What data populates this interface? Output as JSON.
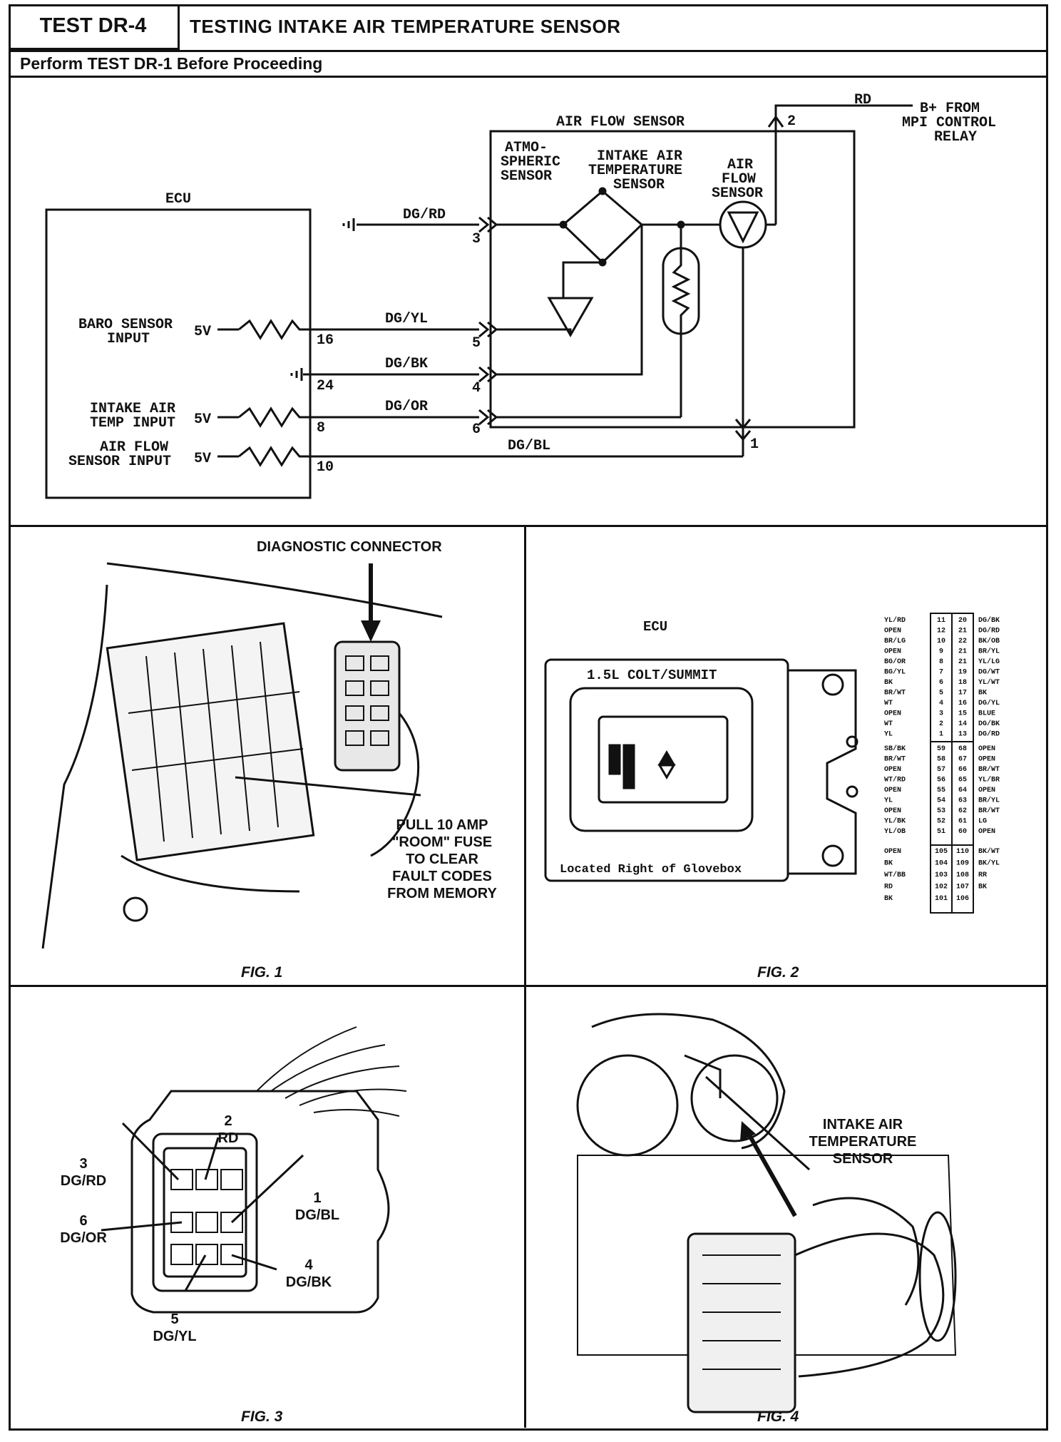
{
  "header": {
    "test_id": "TEST DR-4",
    "title": "TESTING INTAKE AIR TEMPERATURE SENSOR",
    "subtitle": "Perform TEST DR-1 Before Proceeding"
  },
  "schematic": {
    "ecu_label": "ECU",
    "air_flow_sensor_label": "AIR FLOW SENSOR",
    "atmo_label": [
      "ATMO-",
      "SPHERIC",
      "SENSOR"
    ],
    "iat_label": [
      "INTAKE AIR",
      "TEMPERATURE",
      "SENSOR"
    ],
    "afs_label": [
      "AIR",
      "FLOW",
      "SENSOR"
    ],
    "b_plus_label": [
      "B+ FROM",
      "MPI CONTROL",
      "RELAY"
    ],
    "rd_wire": "RD",
    "wires": {
      "w3": "DG/RD",
      "w5": "DG/YL",
      "w4": "DG/BK",
      "w6": "DG/OR",
      "w1": "DG/BL"
    },
    "pins": {
      "p3": "3",
      "p5": "5",
      "p4": "4",
      "p6": "6",
      "p1": "1",
      "p2": "2",
      "e16": "16",
      "e24": "24",
      "e8": "8",
      "e10": "10"
    },
    "inputs": {
      "baro": [
        "BARO SENSOR",
        "INPUT"
      ],
      "iat": [
        "INTAKE AIR",
        "TEMP INPUT"
      ],
      "afs": [
        "AIR FLOW",
        "SENSOR INPUT"
      ],
      "volt": "5V"
    }
  },
  "fig1": {
    "caption": "FIG. 1",
    "diag_connector": "DIAGNOSTIC CONNECTOR",
    "note": [
      "PULL 10 AMP",
      "\"ROOM\" FUSE",
      "TO CLEAR",
      "FAULT CODES",
      "FROM MEMORY"
    ]
  },
  "fig2": {
    "caption": "FIG. 2",
    "ecu_label": "ECU",
    "model": "1.5L COLT/SUMMIT",
    "location": "Located Right of Glovebox",
    "left_wires": [
      "YL/RD",
      "OPEN",
      "BR/LG",
      "OPEN",
      "BG/OR",
      "BG/YL",
      "BK",
      "BR/WT",
      "WT",
      "OPEN",
      "WT",
      "YL",
      "SB/BK",
      "BR/WT",
      "OPEN",
      "WT/RD",
      "OPEN",
      "YL",
      "OPEN",
      "YL/BK",
      "YL/OB",
      "OPEN",
      "BK",
      "WT/BB",
      "RD",
      "BK"
    ],
    "right_wires": [
      "DG/BK",
      "DG/RD",
      "BK/OB",
      "BR/YL",
      "YL/LG",
      "DG/WT",
      "YL/WT",
      "BK",
      "DG/YL",
      "BLUE",
      "DG/BK",
      "DG/RD",
      "OPEN",
      "OPEN",
      "BR/WT",
      "YL/BR",
      "OPEN",
      "BR/YL",
      "BR/WT",
      "LG",
      "OPEN",
      "BK/WT",
      "BK/YL",
      "RR",
      "BK"
    ],
    "pin_top": [
      "11",
      "12",
      "10",
      "9",
      "8",
      "7",
      "6",
      "5",
      "4",
      "3",
      "2",
      "1"
    ],
    "pin_top_r": [
      "20",
      "21",
      "22",
      "21",
      "21",
      "19",
      "18",
      "17",
      "16",
      "15",
      "14",
      "13"
    ],
    "pin_mid": [
      "59",
      "58",
      "57",
      "56",
      "55",
      "54",
      "53",
      "52",
      "51"
    ],
    "pin_mid_r": [
      "68",
      "67",
      "66",
      "65",
      "64",
      "63",
      "62",
      "61",
      "60"
    ],
    "pin_bot": [
      "105",
      "104",
      "103",
      "102",
      "101"
    ],
    "pin_bot_r": [
      "110",
      "109",
      "108",
      "107",
      "106"
    ]
  },
  "fig3": {
    "caption": "FIG. 3",
    "c2": [
      "2",
      "RD"
    ],
    "c3": [
      "3",
      "DG/RD"
    ],
    "c1": [
      "1",
      "DG/BL"
    ],
    "c6": [
      "6",
      "DG/OR"
    ],
    "c4": [
      "4",
      "DG/BK"
    ],
    "c5": [
      "5",
      "DG/YL"
    ]
  },
  "fig4": {
    "caption": "FIG. 4",
    "label": [
      "INTAKE AIR",
      "TEMPERATURE",
      "SENSOR"
    ]
  }
}
